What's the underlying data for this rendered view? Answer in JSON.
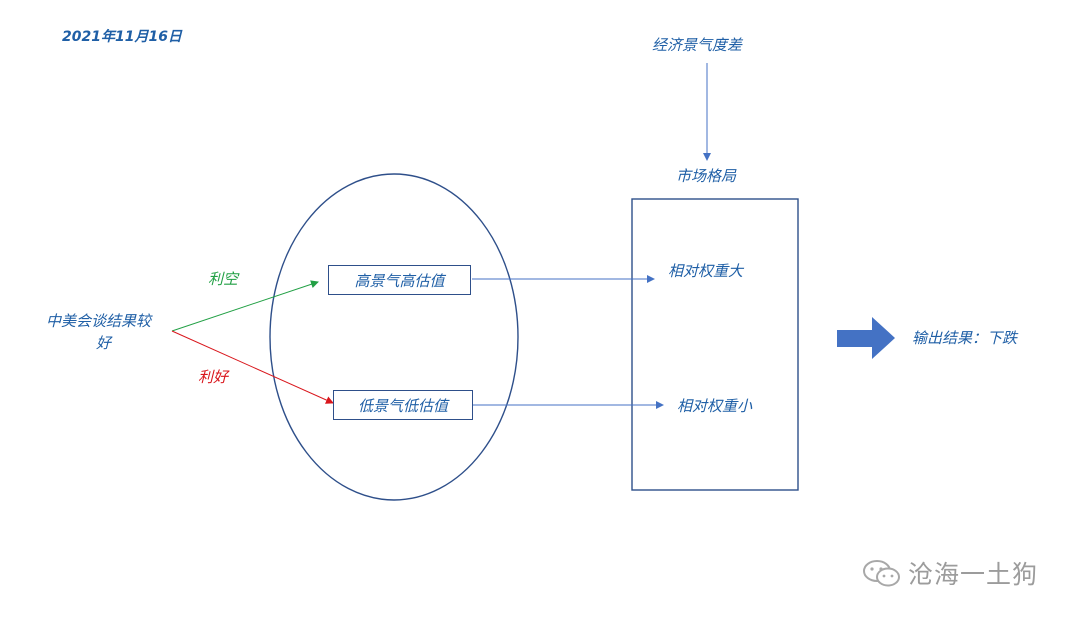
{
  "date": "2021年11月16日",
  "event": {
    "line1": "中美会谈结果较",
    "line2": "好"
  },
  "edges": {
    "upper": "利空",
    "lower": "利好"
  },
  "valuation": {
    "high": "高景气高估值",
    "low": "低景气低估值"
  },
  "top_factor": "经济景气度差",
  "market": {
    "title": "市场格局",
    "upper": "相对权重大",
    "lower": "相对权重小"
  },
  "output": "输出结果：下跌",
  "watermark": "沧海一土狗",
  "colors": {
    "text": "#1f5fa6",
    "stroke": "#2e4f8a",
    "arrow": "#4472c4",
    "green": "#22a045",
    "red": "#d9161c"
  }
}
